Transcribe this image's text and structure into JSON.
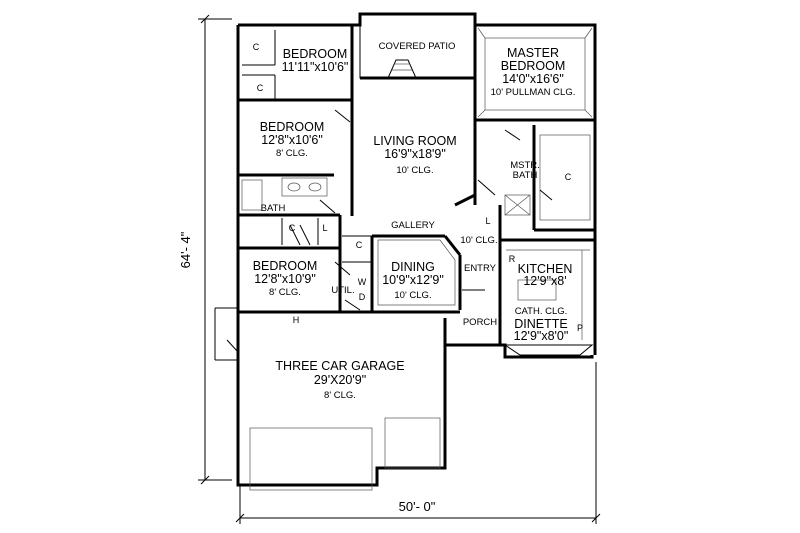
{
  "plan": {
    "width_label": "50'- 0\"",
    "depth_label": "64'- 4\"",
    "rooms": {
      "bedroom1": {
        "name": "BEDROOM",
        "size": "11'11\"x10'6\""
      },
      "bedroom2": {
        "name": "BEDROOM",
        "size": "12'8\"x10'6\"",
        "ceiling": "8' CLG."
      },
      "bedroom3": {
        "name": "BEDROOM",
        "size": "12'8\"x10'9\"",
        "ceiling": "8' CLG."
      },
      "master": {
        "name1": "MASTER",
        "name2": "BEDROOM",
        "size": "14'0\"x16'6\"",
        "ceiling": "10' PULLMAN CLG."
      },
      "living": {
        "name": "LIVING ROOM",
        "size": "16'9\"x18'9\"",
        "ceiling": "10' CLG."
      },
      "dining": {
        "name": "DINING",
        "size": "10'9\"x12'9\"",
        "ceiling": "10' CLG."
      },
      "kitchen": {
        "name": "KITCHEN",
        "size": "12'9\"x8'",
        "ceiling": "CATH. CLG."
      },
      "dinette": {
        "name": "DINETTE",
        "size": "12'9\"x8'0\""
      },
      "garage": {
        "name": "THREE CAR GARAGE",
        "size": "29'X20'9\"",
        "ceiling": "8' CLG."
      },
      "patio": {
        "name": "COVERED PATIO"
      },
      "gallery": {
        "name": "GALLERY",
        "ceiling": "10' CLG."
      },
      "entry": {
        "name": "ENTRY"
      },
      "porch": {
        "name": "PORCH"
      },
      "bath": {
        "name": "BATH"
      },
      "mstr_bath": {
        "line1": "MSTR.",
        "line2": "BATH"
      },
      "util": {
        "name": "UTIL."
      }
    },
    "small_labels": {
      "closet": "C",
      "linen": "L",
      "washer": "W",
      "dryer": "D",
      "heater": "H",
      "refrigerator": "R",
      "pantry": "P"
    }
  }
}
